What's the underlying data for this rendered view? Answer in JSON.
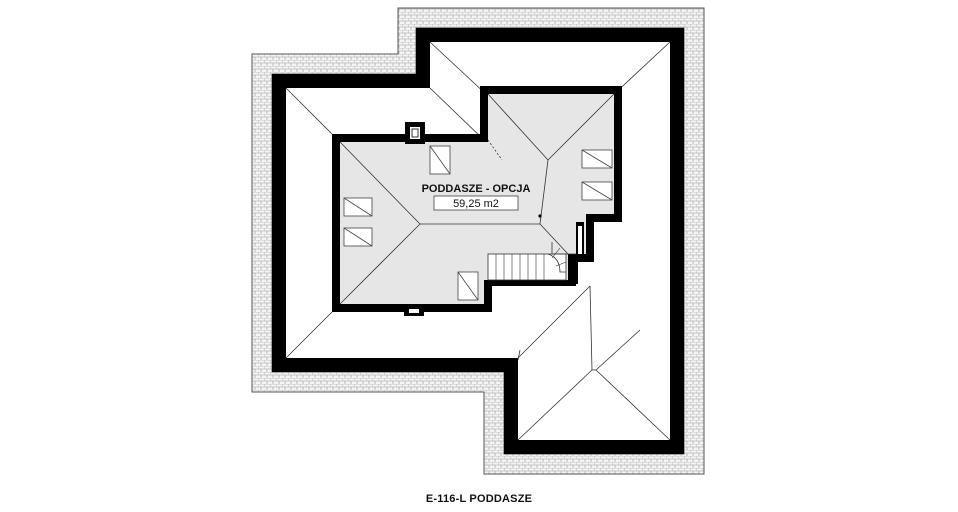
{
  "plan": {
    "room": {
      "name": "PODDASZE - OPCJA",
      "area": "59,25 m2"
    },
    "caption": "E-116-L PODDASZE"
  },
  "colors": {
    "wall": "#000000",
    "attic_floor": "#e6e6e6",
    "roof_edge": "#f2f2f2",
    "background": "#ffffff",
    "line": "#333333"
  }
}
